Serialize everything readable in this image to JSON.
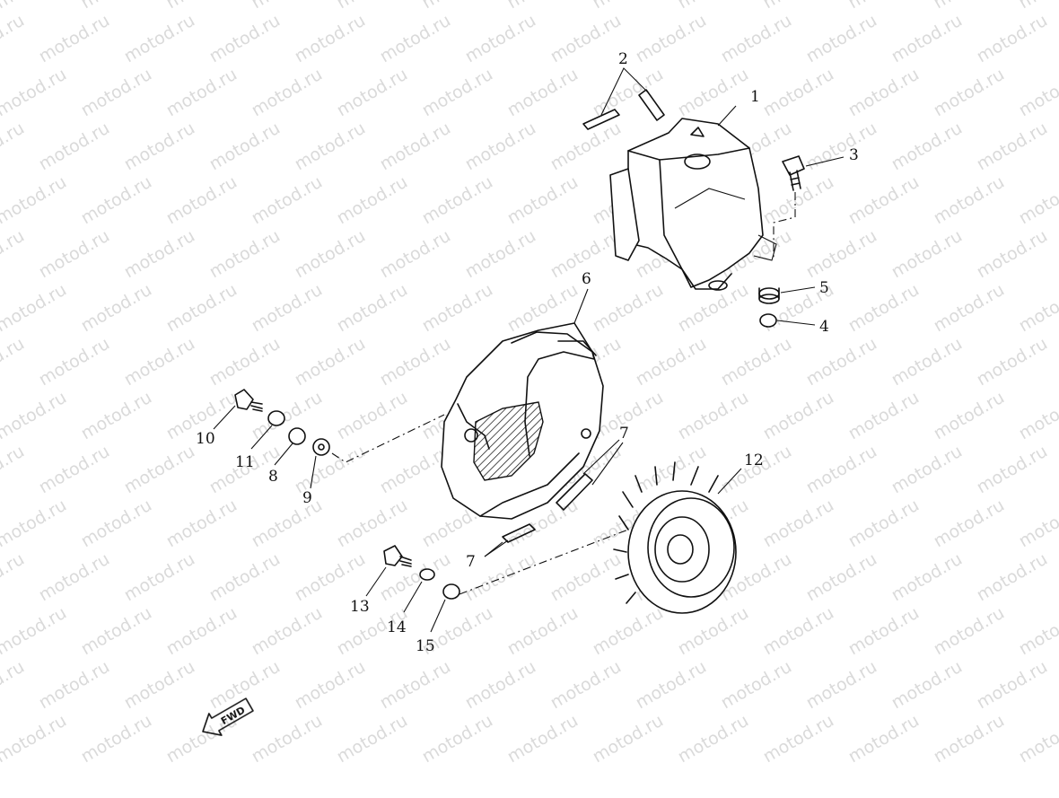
{
  "watermark": {
    "text": "motod.ru"
  },
  "callouts": {
    "p1": "1",
    "p2": "2",
    "p3": "3",
    "p4": "4",
    "p5": "5",
    "p6": "6",
    "p7a": "7",
    "p7b": "7",
    "p8": "8",
    "p9": "9",
    "p10": "10",
    "p11": "11",
    "p12": "12",
    "p13": "13",
    "p14": "14",
    "p15": "15"
  },
  "fwd_arrow": {
    "label": "FWD"
  }
}
